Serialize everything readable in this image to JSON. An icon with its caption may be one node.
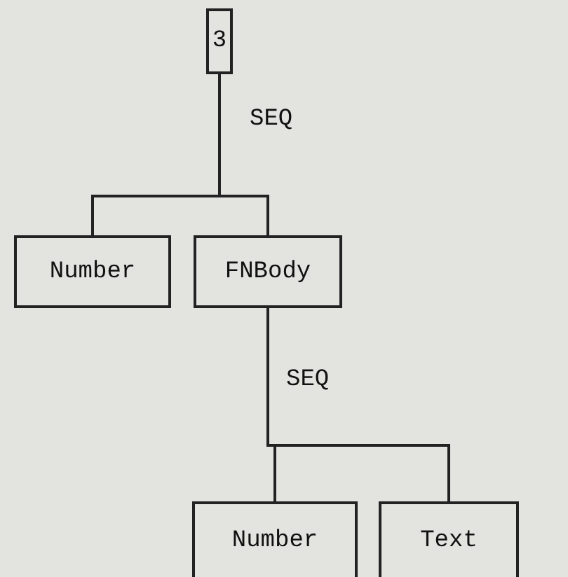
{
  "diagram": {
    "nodes": [
      {
        "text": [
          "3"
        ]
      },
      {
        "text": [
          "Number"
        ]
      },
      {
        "text": [
          "FNBody"
        ]
      },
      {
        "text": [
          "Number"
        ]
      },
      {
        "text": [
          "Text"
        ]
      }
    ],
    "edges": [
      {
        "from": 0,
        "to": 1,
        "arrow": "none"
      },
      {
        "from": 0,
        "to": 2,
        "arrow": "none"
      },
      {
        "from": 2,
        "to": 3,
        "arrow": "none"
      },
      {
        "from": 2,
        "to": 4,
        "arrow": "none"
      }
    ],
    "labels": [
      "SEQ",
      "SEQ"
    ]
  }
}
